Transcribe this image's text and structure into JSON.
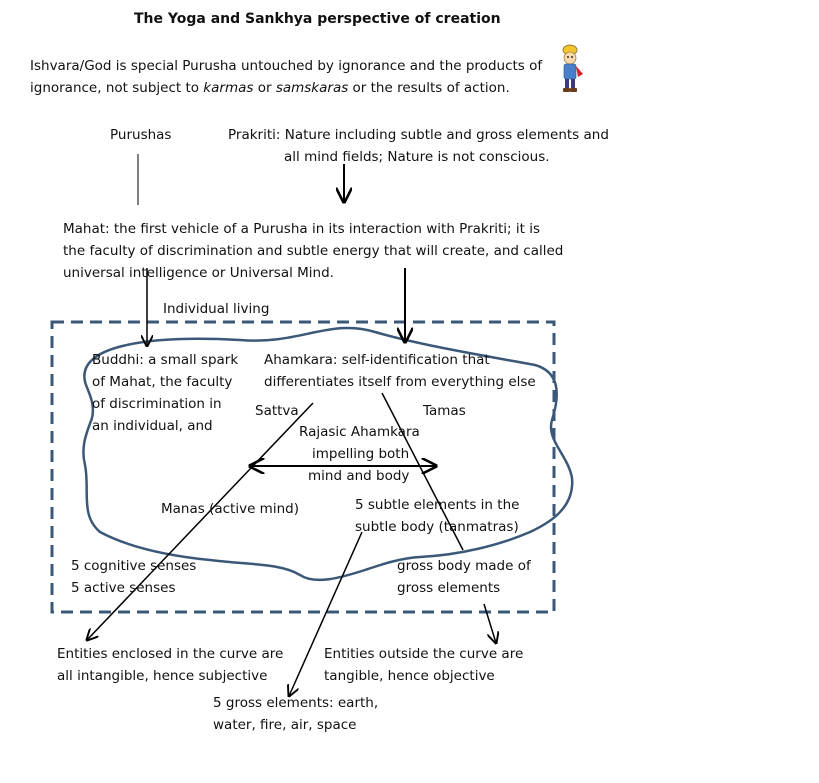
{
  "title": "The Yoga and Sankhya perspective of creation",
  "ishvara": {
    "line1": "Ishvara/God is special Purusha untouched by ignorance and the products of",
    "line2_pre": "ignorance, not subject to ",
    "karmas": "karmas",
    "or": " or ",
    "samskaras": "samskaras",
    "line2_post": " or the results of action."
  },
  "purushas": "Purushas",
  "prakriti": {
    "line1": "Prakriti: Nature including subtle and gross elements and",
    "line2": "all mind fields; Nature is not conscious."
  },
  "mahat": {
    "line1": "Mahat: the first vehicle of a Purusha in its interaction with Prakriti; it is",
    "line2": "the faculty of discrimination and subtle energy that will create, and called",
    "line3": "universal intelligence or Universal Mind."
  },
  "individual_living": "Individual living",
  "buddhi": {
    "line1": "Buddhi: a small spark",
    "line2": "of Mahat, the faculty",
    "line3": "of discrimination in",
    "line4": "an individual, and"
  },
  "ahamkara": {
    "line1": "Ahamkara: self-identification that",
    "line2": "differentiates itself from everything else"
  },
  "sattva": "Sattva",
  "tamas": "Tamas",
  "rajasic": {
    "line1": "Rajasic Ahamkara",
    "line2": "impelling both",
    "line3": "mind and body"
  },
  "manas": "Manas (active mind)",
  "subtle": {
    "line1": "5 subtle elements in the",
    "line2": "subtle body (tanmatras)"
  },
  "senses": {
    "line1": "5 cognitive senses",
    "line2": "5 active senses"
  },
  "gross_body": {
    "line1": "gross body made of",
    "line2": "gross elements"
  },
  "inside": {
    "line1": "Entities enclosed in the curve are",
    "line2": "all intangible, hence subjective"
  },
  "outside": {
    "line1": "Entities outside the curve are",
    "line2": "tangible, hence objective"
  },
  "gross_elements": {
    "line1": "5 gross elements: earth,",
    "line2": "water, fire, air, space"
  },
  "colors": {
    "dashed_box": "#3b5878",
    "curve": "#3b5878",
    "arrows": "#000000"
  }
}
